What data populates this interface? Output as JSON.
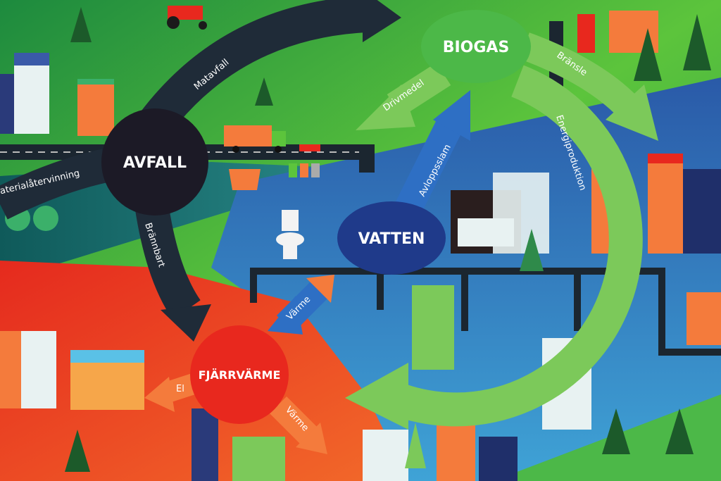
{
  "nodes": {
    "biogas": "BIOGAS",
    "avfall": "AVFALL",
    "vatten": "VATTEN",
    "fjarrvarme": "FJÄRRVÄRME"
  },
  "flows": {
    "matavfall": "Matavfall",
    "drivmedel": "Drivmedel",
    "bransle": "Bränsle",
    "energiproduktion": "Energiproduktion",
    "avloppsslam": "Avloppsslam",
    "materialatervinning": "Materialåtervinning",
    "brannbart": "Brännbart",
    "varme_vatten": "Värme",
    "el": "El",
    "varme_fjarr": "Värme"
  },
  "colors": {
    "biogas": "#4cb848",
    "avfall": "#1c1a26",
    "vatten": "#1f3a8a",
    "fjarrvarme": "#e8281e",
    "green_arrow": "#7cc95a",
    "dark_arrow": "#1f2b38",
    "orange_arrow": "#f47b3c",
    "blue_arrow": "#2e6fc4"
  }
}
